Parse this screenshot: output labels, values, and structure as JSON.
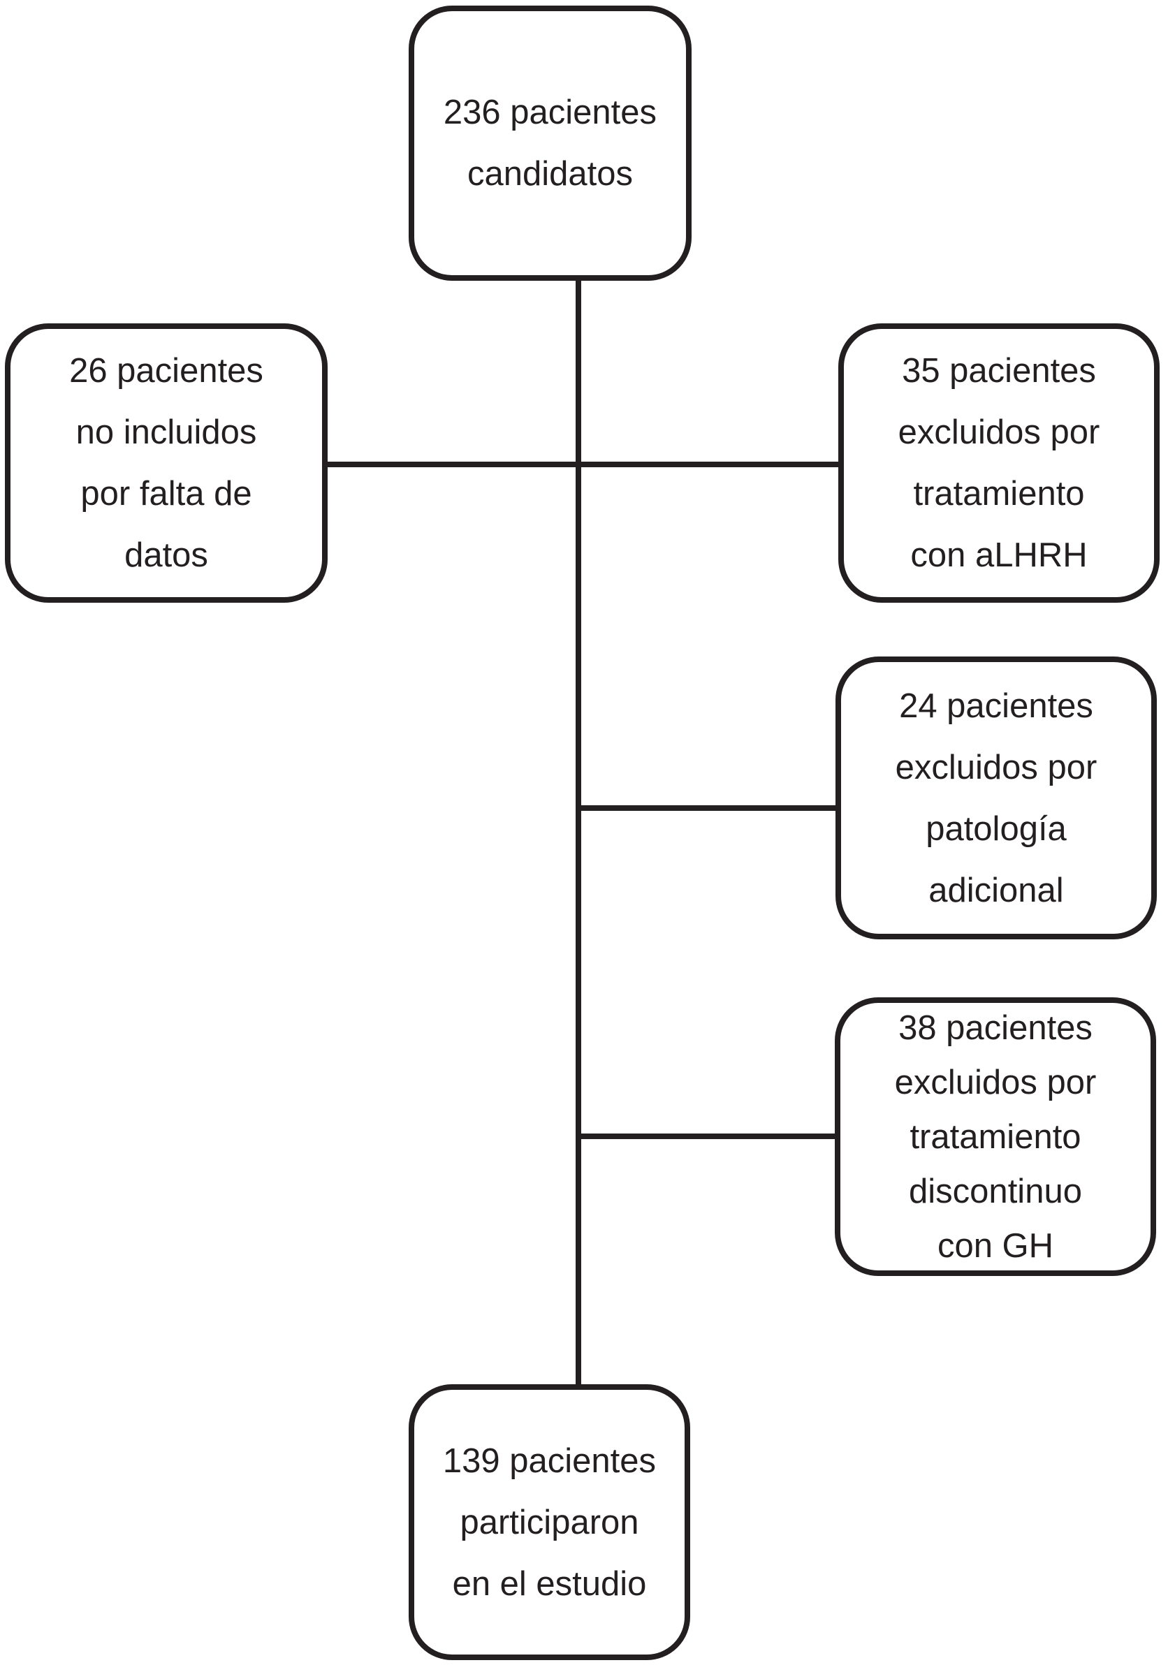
{
  "colors": {
    "background": "#ffffff",
    "line": "#231f20",
    "text": "#231f20"
  },
  "nodes": {
    "candidates": {
      "lines": [
        "236 pacientes",
        "candidatos"
      ]
    },
    "not_included": {
      "lines": [
        "26 pacientes",
        "no incluidos",
        "por falta de",
        "datos"
      ]
    },
    "excluded_alhrh": {
      "lines": [
        "35 pacientes",
        "excluidos por",
        "tratamiento",
        "con aLHRH"
      ]
    },
    "excluded_pathology": {
      "lines": [
        "24 pacientes",
        "excluidos por",
        "patología",
        "adicional"
      ]
    },
    "excluded_gh": {
      "lines": [
        "38 pacientes",
        "excluidos por",
        "tratamiento",
        "discontinuo",
        "con GH"
      ]
    },
    "participants": {
      "lines": [
        "139 pacientes",
        "participaron",
        "en el estudio"
      ]
    }
  },
  "edges": [
    {
      "from": "candidates",
      "to": "participants",
      "shape": "vertical-trunk"
    },
    {
      "from": "trunk",
      "to": "not_included",
      "side": "left"
    },
    {
      "from": "trunk",
      "to": "excluded_alhrh",
      "side": "right"
    },
    {
      "from": "trunk",
      "to": "excluded_pathology",
      "side": "right"
    },
    {
      "from": "trunk",
      "to": "excluded_gh",
      "side": "right"
    }
  ]
}
